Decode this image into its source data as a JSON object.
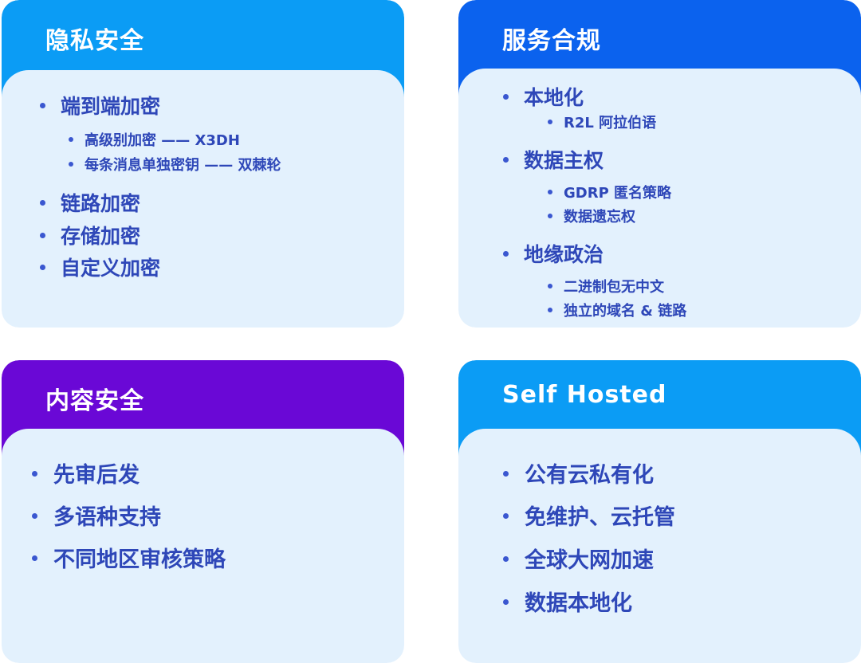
{
  "colors": {
    "privacy_header": "#0b9cf5",
    "compliance_header": "#0b62ee",
    "content_header": "#6a08d6",
    "selfhosted_header": "#0b9cf5",
    "body_bg": "#e3f1fd",
    "text": "#2e47b8"
  },
  "privacy": {
    "title": "隐私安全",
    "items": {
      "e2e": "端到端加密",
      "e2e_sub1": "高级别加密 —— X3DH",
      "e2e_sub2": "每条消息单独密钥 —— 双棘轮",
      "link": "链路加密",
      "storage": "存储加密",
      "custom": "自定义加密"
    }
  },
  "compliance": {
    "title": "服务合规",
    "items": {
      "localization": "本地化",
      "localization_sub1": "R2L 阿拉伯语",
      "sovereignty": "数据主权",
      "sovereignty_sub1": "GDRP 匿名策略",
      "sovereignty_sub2": "数据遗忘权",
      "geopolitics": "地缘政治",
      "geopolitics_sub1": "二进制包无中文",
      "geopolitics_sub2": "独立的域名 & 链路"
    }
  },
  "content": {
    "title": "内容安全",
    "items": {
      "first_review": "先审后发",
      "multilang": "多语种支持",
      "regional": "不同地区审核策略"
    }
  },
  "selfhosted": {
    "title": "Self Hosted",
    "items": {
      "cloud": "公有云私有化",
      "maintenance": "免维护、云托管",
      "network": "全球大网加速",
      "data_local": "数据本地化"
    }
  }
}
